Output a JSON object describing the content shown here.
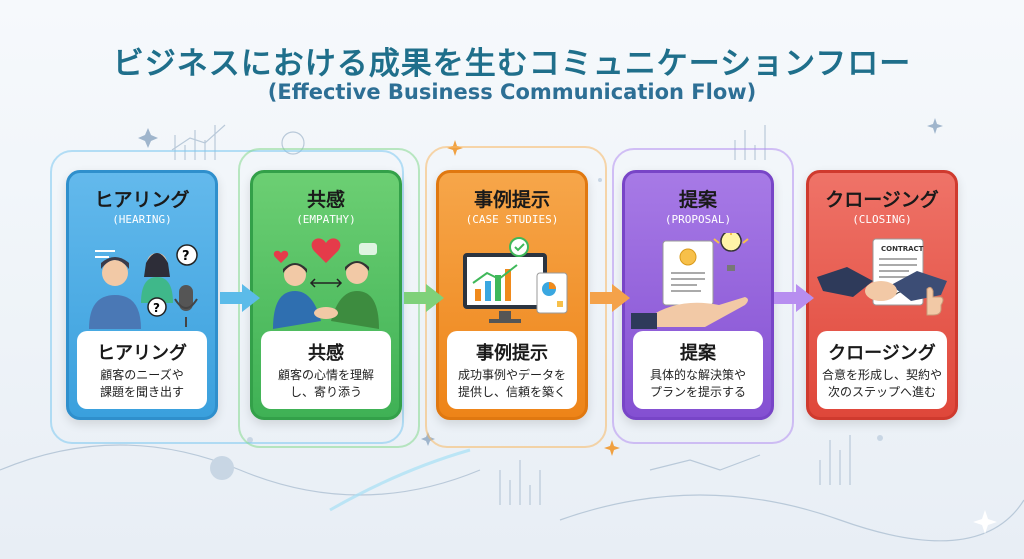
{
  "title": "ビジネスにおける成果を生むコミュニケーションフロー",
  "subtitle": "(Effective Business Communication Flow)",
  "steps": [
    {
      "name": "ヒアリング",
      "en": "(HEARING)",
      "heading": "ヒアリング",
      "line1": "顧客のニーズや",
      "line2": "課題を聞き出す",
      "color": "#3aa7e0",
      "light": "#7dc9f0",
      "icon": "listening-people-icon"
    },
    {
      "name": "共感",
      "en": "(EMPATHY)",
      "heading": "共感",
      "line1": "顧客の心情を理解",
      "line2": "し、寄り添う",
      "color": "#3fb85a",
      "light": "#86d98f",
      "icon": "handshake-heart-icon"
    },
    {
      "name": "事例提示",
      "en": "(CASE STUDIES)",
      "heading": "事例提示",
      "line1": "成功事例やデータを",
      "line2": "提供し、信頼を築く",
      "color": "#f08a1c",
      "light": "#f7b865",
      "icon": "monitor-chart-icon"
    },
    {
      "name": "提案",
      "en": "(PROPOSAL)",
      "heading": "提案",
      "line1": "具体的な解決策や",
      "line2": "プランを提示する",
      "color": "#8a4fd6",
      "light": "#b48ff0",
      "icon": "proposal-document-icon"
    },
    {
      "name": "クロージング",
      "en": "(CLOSING)",
      "heading": "クロージング",
      "line1": "合意を形成し、契約や",
      "line2": "次のステップへ進む",
      "color": "#e24a3c",
      "light": "#f29088",
      "icon": "contract-handshake-icon"
    }
  ],
  "contract_label": "CONTRACT"
}
